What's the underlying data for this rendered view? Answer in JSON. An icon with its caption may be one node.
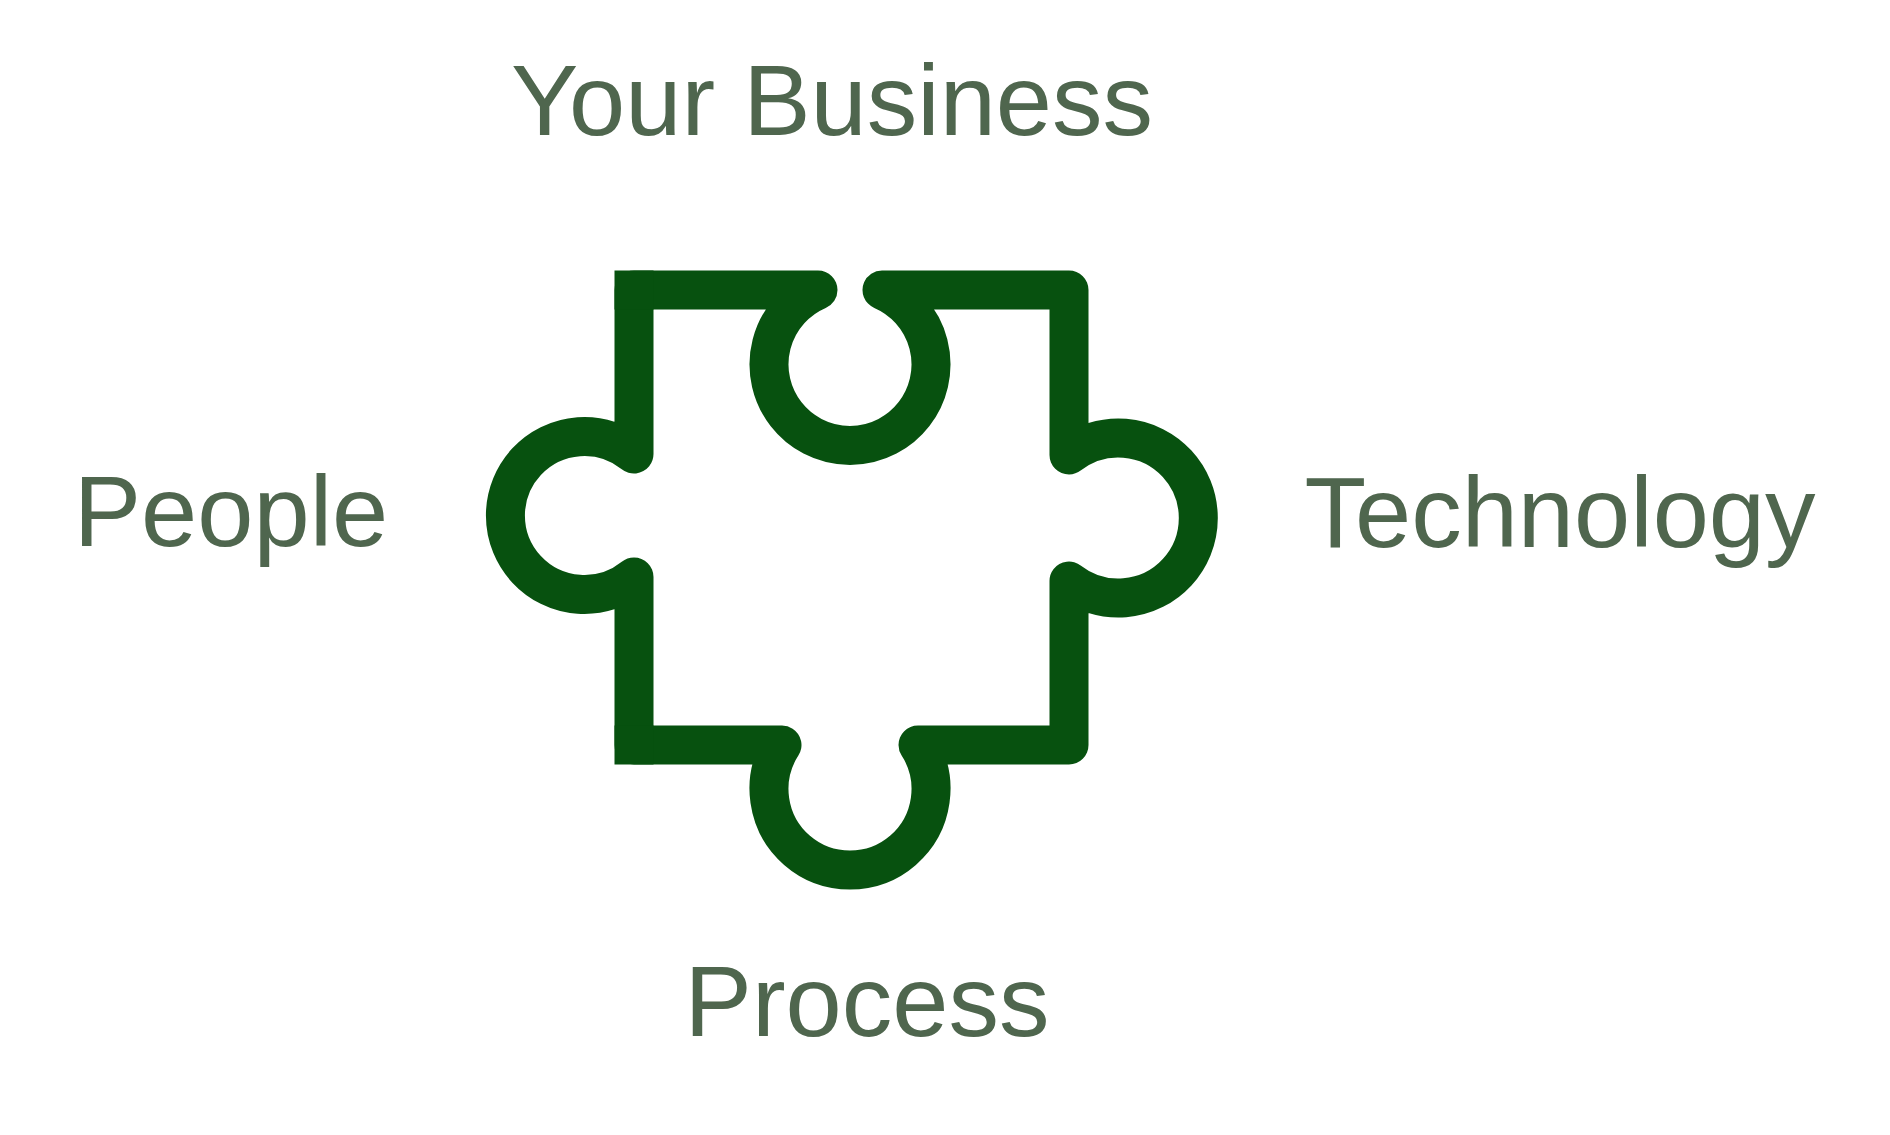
{
  "diagram": {
    "labels": [
      "Your Business",
      "People",
      "Technology",
      "Process"
    ]
  }
}
